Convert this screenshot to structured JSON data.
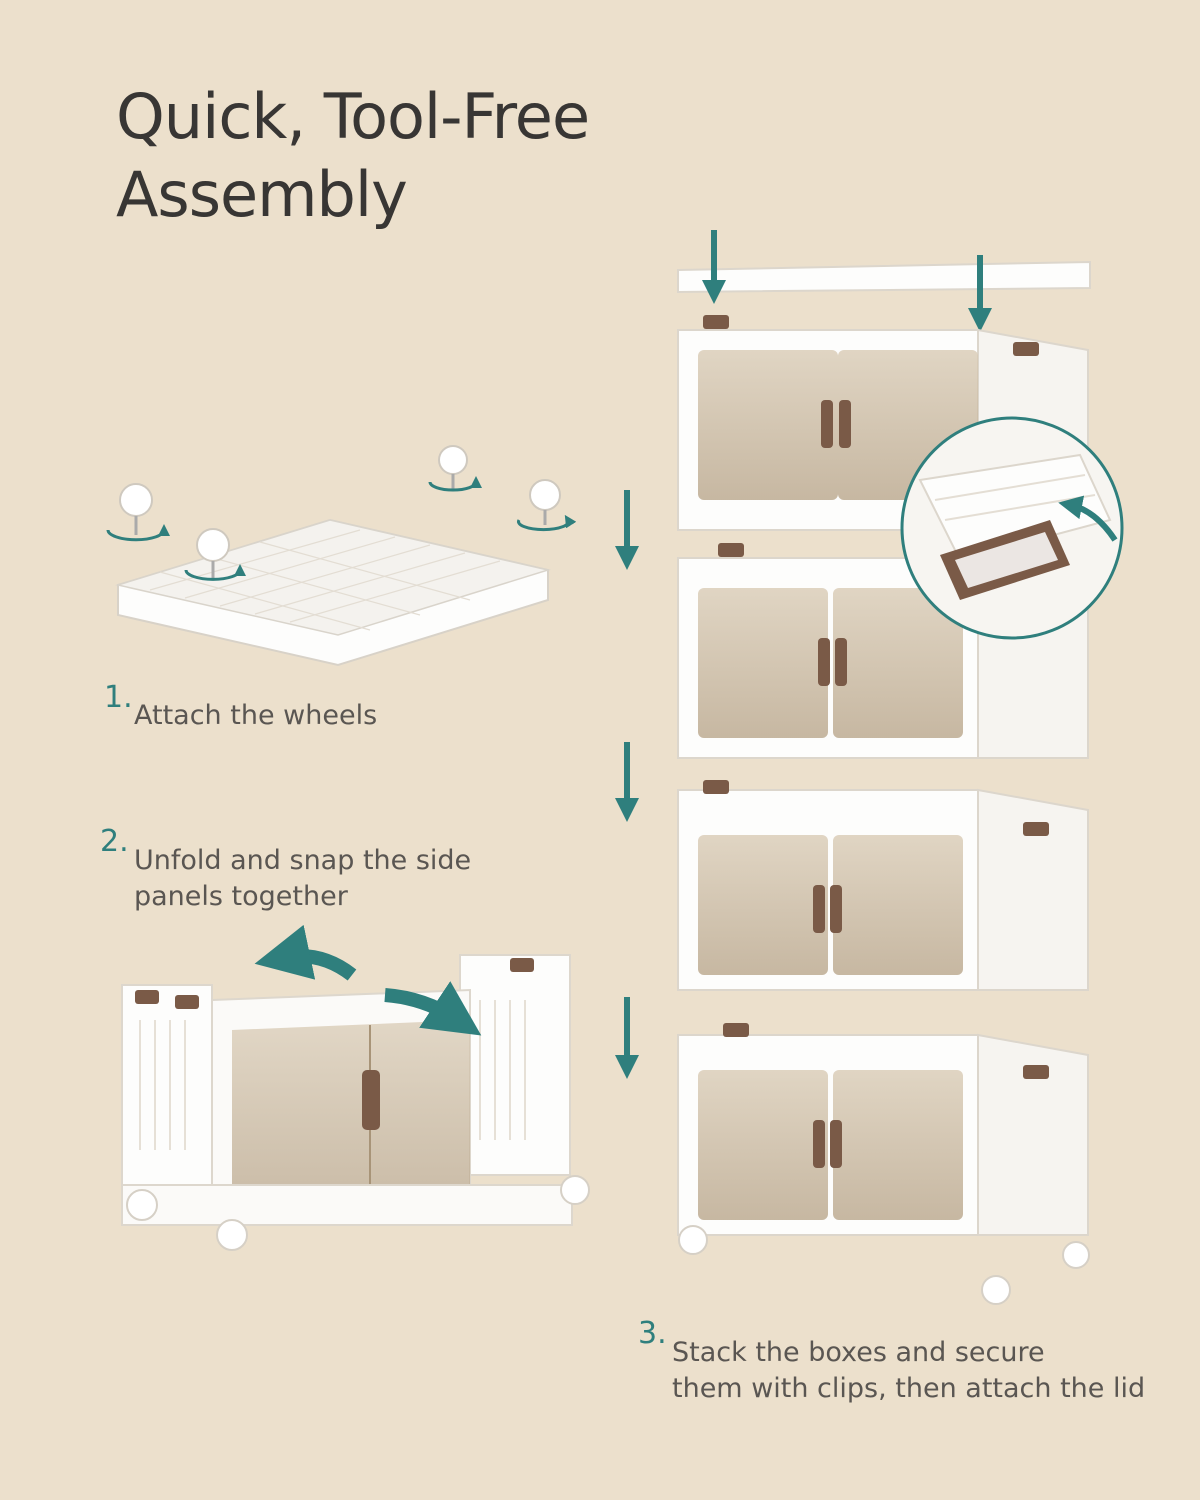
{
  "title": {
    "line1": "Quick, Tool-Free",
    "line2": "Assembly"
  },
  "steps": [
    {
      "number": "1.",
      "lines": [
        "Attach the wheels"
      ]
    },
    {
      "number": "2.",
      "lines": [
        "Unfold and snap the side",
        "panels together"
      ]
    },
    {
      "number": "3.",
      "lines": [
        "Stack the boxes and secure",
        "them with clips, then attach the lid"
      ]
    }
  ],
  "colors": {
    "background": "#ece0cc",
    "accent": "#2f7f7d",
    "box": "#ffffff",
    "door": "#c9b9a1",
    "clip": "#7a5a47"
  }
}
